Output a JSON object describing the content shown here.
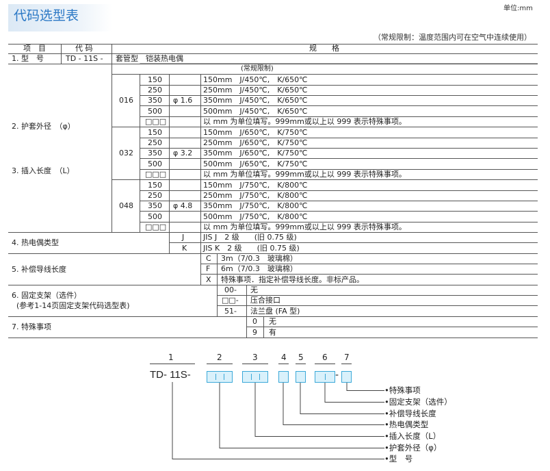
{
  "header": {
    "title": "代码选型表",
    "unit": "单位:mm",
    "note": "（常规限制：温度范围内可在空气中连续使用）"
  },
  "table": {
    "col_headers": {
      "item": "项　目",
      "code": "代 码",
      "spec": "规　　格"
    },
    "model": {
      "label": "1. 型　号",
      "code": "TD - 11S -",
      "spec": "套管型　铠装热电偶"
    },
    "normal_limit": "(常规限制)",
    "dia_label": "2. 护套外径　（φ）",
    "len_label": "3. 插入长度　（L）",
    "groups": [
      {
        "code": "016",
        "dia": "φ 1.6",
        "rows": [
          {
            "len": "150",
            "spec": "150mm　J/450℃,　K/650℃"
          },
          {
            "len": "250",
            "spec": "250mm　J/450℃,　K/650℃"
          },
          {
            "len": "350",
            "spec": "350mm　J/450℃,　K/650℃"
          },
          {
            "len": "500",
            "spec": "500mm　J/450℃,　K/650℃"
          },
          {
            "len": "□□□",
            "spec": "以 mm 为单位填写。999mm或以上以 999 表示特殊事项。"
          }
        ]
      },
      {
        "code": "032",
        "dia": "φ 3.2",
        "rows": [
          {
            "len": "150",
            "spec": "150mm　J/650℃,　K/750℃"
          },
          {
            "len": "250",
            "spec": "250mm　J/650℃,　K/750℃"
          },
          {
            "len": "350",
            "spec": "350mm　J/650℃,　K/750℃"
          },
          {
            "len": "500",
            "spec": "500mm　J/650℃,　K/750℃"
          },
          {
            "len": "□□□",
            "spec": "以 mm 为单位填写。999mm或以上以 999 表示特殊事项。"
          }
        ]
      },
      {
        "code": "048",
        "dia": "φ 4.8",
        "rows": [
          {
            "len": "150",
            "spec": "150mm　J/750℃,　K/800℃"
          },
          {
            "len": "250",
            "spec": "250mm　J/750℃,　K/800℃"
          },
          {
            "len": "350",
            "spec": "350mm　J/750℃,　K/800℃"
          },
          {
            "len": "500",
            "spec": "500mm　J/750℃,　K/800℃"
          },
          {
            "len": "□□□",
            "spec": "以 mm 为单位填写。999mm或以上以 999 表示特殊事项。"
          }
        ]
      }
    ],
    "tc_type": {
      "label": "4. 热电偶类型",
      "rows": [
        {
          "code": "J",
          "spec": "JIS J　2 级　　(旧 0.75 级)"
        },
        {
          "code": "K",
          "spec": "JIS K　2 级　　(旧 0.75 级)"
        }
      ]
    },
    "lead": {
      "label": "5. 补偿导线长度",
      "rows": [
        {
          "code": "C",
          "spec": "3m（7/0.3　玻璃棉）"
        },
        {
          "code": "F",
          "spec": "6m（7/0.3　玻璃棉）"
        },
        {
          "code": "X",
          "spec": "特殊事项．指定补偿导线长度。非标产品。"
        }
      ]
    },
    "bracket": {
      "label": "6. 固定支架（选件）",
      "sublabel": "(参考1-14页固定支架代码选型表)",
      "rows": [
        {
          "code": "00-",
          "spec": "无"
        },
        {
          "code": "□□-",
          "spec": "压合接口"
        },
        {
          "code": "51-",
          "spec": "法兰盘 (FA 型)"
        }
      ]
    },
    "special": {
      "label": "7. 特殊事项",
      "rows": [
        {
          "code": "0",
          "spec": "无"
        },
        {
          "code": "9",
          "spec": "有"
        }
      ]
    }
  },
  "diagram": {
    "prefix": "TD- 11S-",
    "digits": [
      "1",
      "2",
      "3",
      "4",
      "5",
      "6",
      "7"
    ],
    "dash": "-",
    "labels": [
      "•特殊事项",
      "•固定支架（选件）",
      "•补偿导线长度",
      "•热电偶类型",
      "•插入长度（L）",
      "•护套外径（φ）",
      "•型　号"
    ]
  }
}
